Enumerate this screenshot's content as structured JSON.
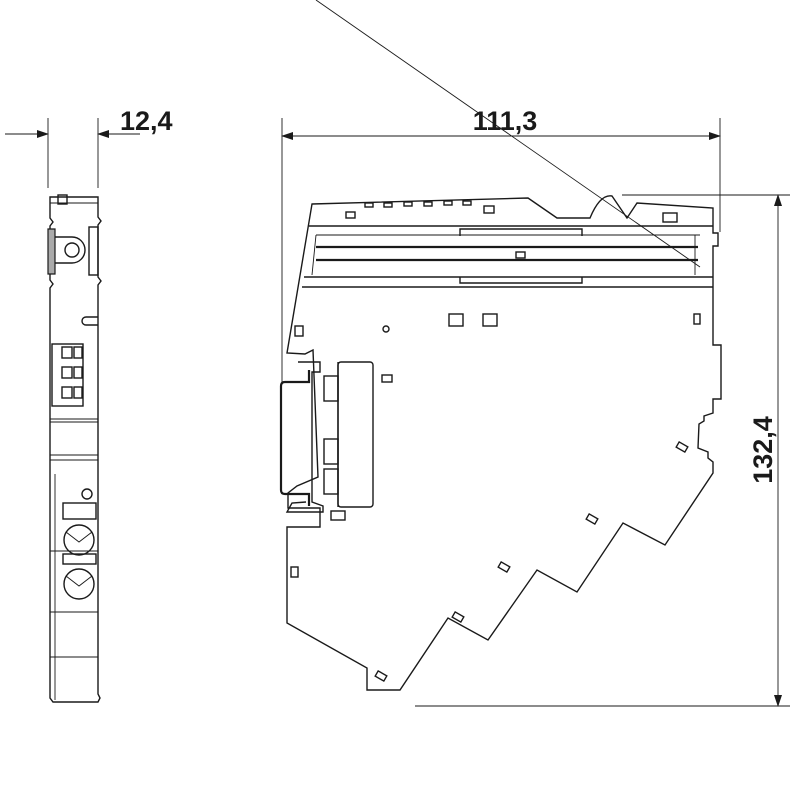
{
  "dimensions": {
    "width_side": "12,4",
    "depth": "111,3",
    "height": "132,4"
  },
  "colors": {
    "line": "#1a1a1a",
    "background": "#ffffff"
  }
}
